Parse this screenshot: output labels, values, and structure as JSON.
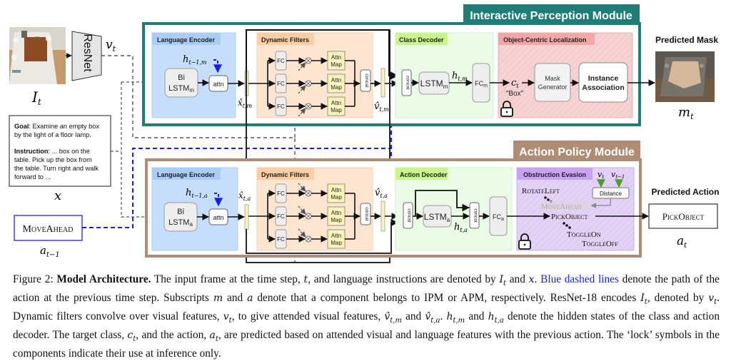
{
  "modules": {
    "ipm": {
      "title": "Interactive Perception Module",
      "color": "#1e7d74"
    },
    "apm": {
      "title": "Action Policy Module",
      "color": "#b08c74"
    }
  },
  "inputs": {
    "frame_label": "I",
    "frame_sub": "t",
    "resnet_label": "ResNet",
    "v_label": "v",
    "v_sub": "t",
    "instruction_box": {
      "goal_key": "Goal",
      "goal_text": ": Examine an empty box by the light of a floor lamp.",
      "goal_lines": [
        ": Examine an empty box",
        "by the light of a floor lamp."
      ],
      "instruction_key": "Instruction",
      "instruction_lines": [
        ": ... box on the",
        "table. Pick up the box from",
        "the table. Turn right and walk",
        "forward to ..."
      ]
    },
    "x_label": "x",
    "prev_action": "MoveAhead",
    "prev_action_label": "a",
    "prev_action_sub": "t−1"
  },
  "ipm": {
    "language_encoder": {
      "title": "Language Encoder",
      "lstm_line1": "Bi",
      "lstm_line2": "LSTM",
      "lstm_sub": "m",
      "attn": "attn",
      "h_prev": "h",
      "h_prev_sub": "t−1,m",
      "x_hat": "x̂",
      "x_hat_sub": "t,m"
    },
    "dynamic_filters": {
      "title": "Dynamic Filters",
      "fc": [
        "FC",
        "FC",
        "FC"
      ],
      "attn_map_line1": "Attn",
      "attn_map_line2": "Map",
      "concat": "concat",
      "v_hat": "v̂",
      "v_hat_sub": "t,m"
    },
    "class_decoder": {
      "title": "Class Decoder",
      "concat": "concat",
      "lstm": "LSTM",
      "lstm_sub": "m",
      "h": "h",
      "h_sub": "t,m",
      "fc": "FC",
      "fc_sub": "m"
    },
    "localization": {
      "title": "Object-Centric Localization",
      "c": "c",
      "c_sub": "t",
      "c_value": "\"Box\"",
      "mask_gen_line1": "Mask",
      "mask_gen_line2": "Generator",
      "instance_line1": "Instance",
      "instance_line2": "Association"
    }
  },
  "apm": {
    "language_encoder": {
      "title": "Language Encoder",
      "lstm_line1": "Bi",
      "lstm_line2": "LSTM",
      "lstm_sub": "a",
      "attn": "attn",
      "h_prev": "h",
      "h_prev_sub": "t−1,a",
      "x_hat": "x̂",
      "x_hat_sub": "t,a"
    },
    "dynamic_filters": {
      "title": "Dynamic Filters",
      "fc": [
        "FC",
        "FC",
        "FC"
      ],
      "attn_map_line1": "Attn",
      "attn_map_line2": "Map",
      "concat": "concat",
      "v_hat": "v̂",
      "v_hat_sub": "t,a"
    },
    "action_decoder": {
      "title": "Action Decoder",
      "concat": "concat",
      "lstm": "LSTM",
      "lstm_sub": "a",
      "h": "h",
      "h_sub": "t,a",
      "concat2": "concat",
      "fc": "FC",
      "fc_sub": "a"
    },
    "obstruction_evasion": {
      "title": "Obstruction Evasion",
      "v1": "v",
      "v1_sub": "t",
      "v2": "v",
      "v2_sub": "t−1",
      "distance": "Distance",
      "actions": [
        "RotateLeft",
        "MoveAhead",
        "PickObject",
        "ToggleOn",
        "ToggleOff"
      ]
    }
  },
  "outputs": {
    "mask_title": "Predicted Mask",
    "mask_label": "m",
    "mask_sub": "t",
    "action_title": "Predicted Action",
    "action_value": "PickObject",
    "action_label": "a",
    "action_sub": "t"
  },
  "caption": {
    "figure_label": "Figure 2:",
    "bold_title": "Model Architecture.",
    "text_1": " The input frame at the time step, ",
    "text_2": ", and language instructions are denoted by ",
    "text_3": " and ",
    "text_4": ". ",
    "blue_text": "Blue dashed lines",
    "text_5": " denote the path of the action at the previous time step. Subscripts ",
    "text_6": " and ",
    "text_7": " denote that a component belongs to IPM or APM, respectively. ResNet-18 encodes ",
    "text_8": ", denoted by ",
    "text_9": ". Dynamic filters convolve over visual features, ",
    "text_10": ", to give attended visual features, ",
    "text_11": " and ",
    "text_12": ". ",
    "text_13": " and ",
    "text_14": " denote the hidden states of the class and action decoder. The target class, ",
    "text_15": ", and the action, ",
    "text_16": ", are predicted based on attended visual and language features with the previous action. The ‘lock’ symbols in the components indicate their use at inference only."
  },
  "colors": {
    "ipm_border": "#1e7d74",
    "apm_border": "#b08c74",
    "lang_enc_bg": "#c5defb",
    "lang_enc_title_bg": "#a9cdf6",
    "dyn_filter_bg": "#fde5cf",
    "dyn_filter_title_bg": "#fbcfa3",
    "decoder_bg": "#eafbe6",
    "decoder_title_bg": "#c8f58c",
    "loc_bg": "#f7cfcf",
    "loc_title_bg": "#f4a7a7",
    "obst_bg": "#e0cdf5",
    "obst_title_bg": "#c9a2f2",
    "blue_dash": "#1a1aff",
    "green_arrow": "#4d9e2a"
  }
}
